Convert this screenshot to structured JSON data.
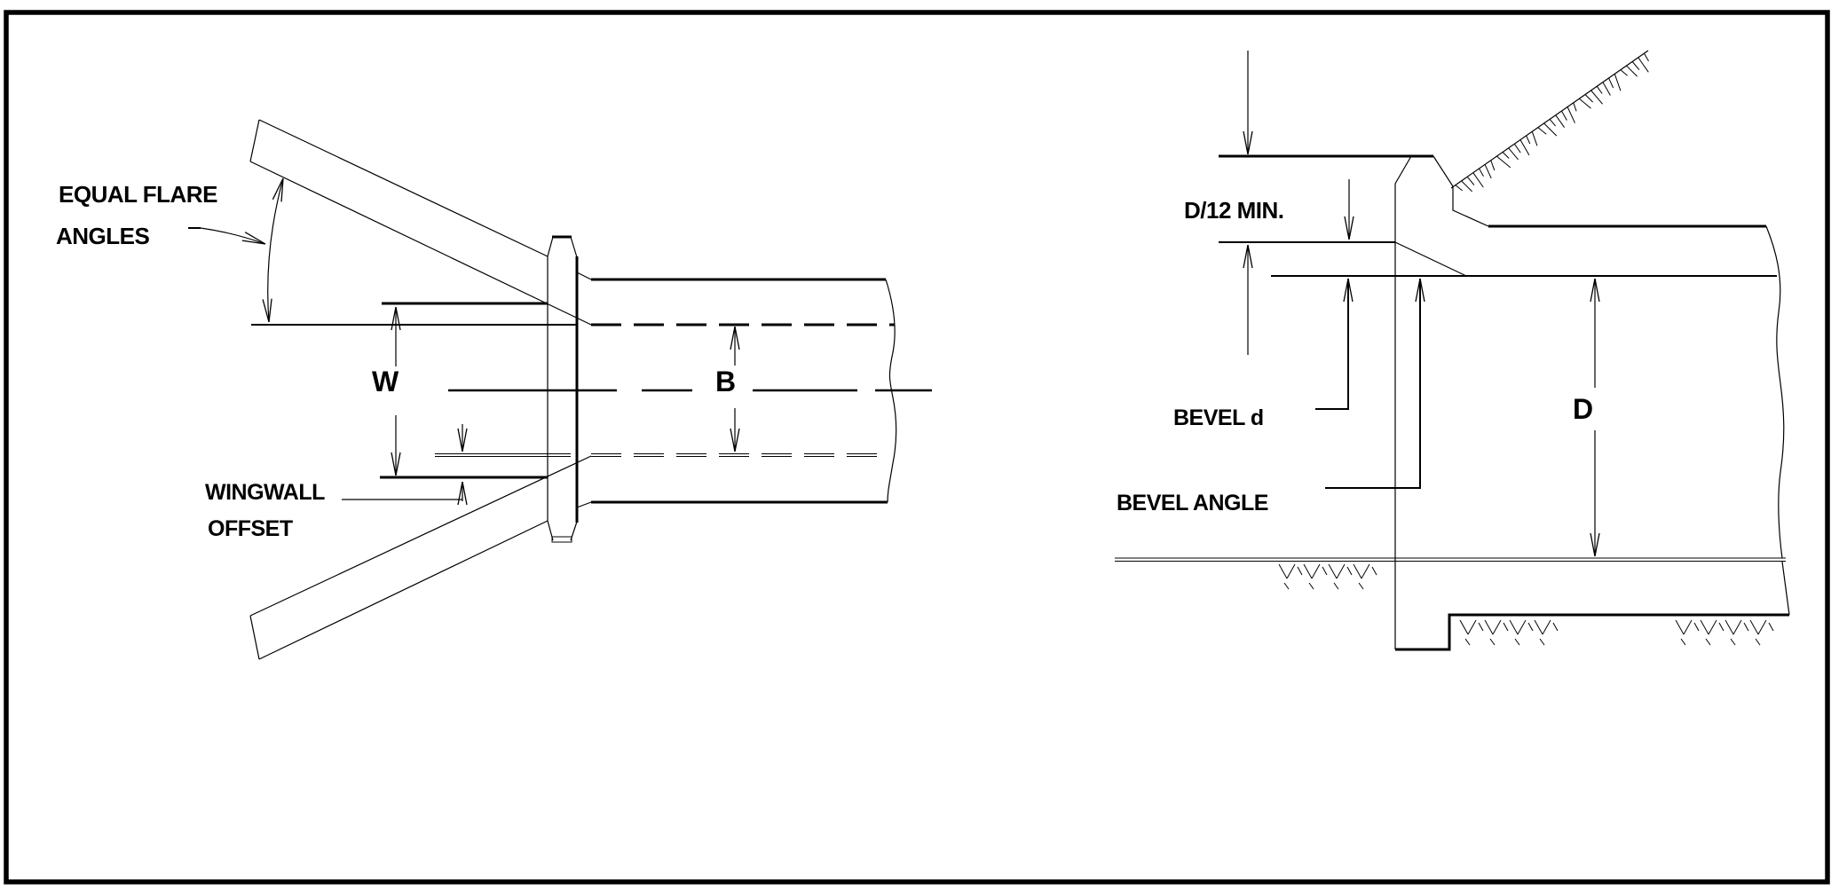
{
  "colors": {
    "background": "#ffffff",
    "line": "#000000"
  },
  "left_figure": {
    "title": "wingwall plan view",
    "labels": {
      "flare_line1": "EQUAL FLARE",
      "flare_line2": "ANGLES",
      "w": "W",
      "b": "B",
      "offset_line1": "WINGWALL",
      "offset_line2": "OFFSET"
    }
  },
  "right_figure": {
    "title": "entrance bevel section view",
    "labels": {
      "d12_min": "D/12 MIN.",
      "bevel_d": "BEVEL d",
      "bevel_angle": "BEVEL ANGLE",
      "d": "D"
    }
  }
}
